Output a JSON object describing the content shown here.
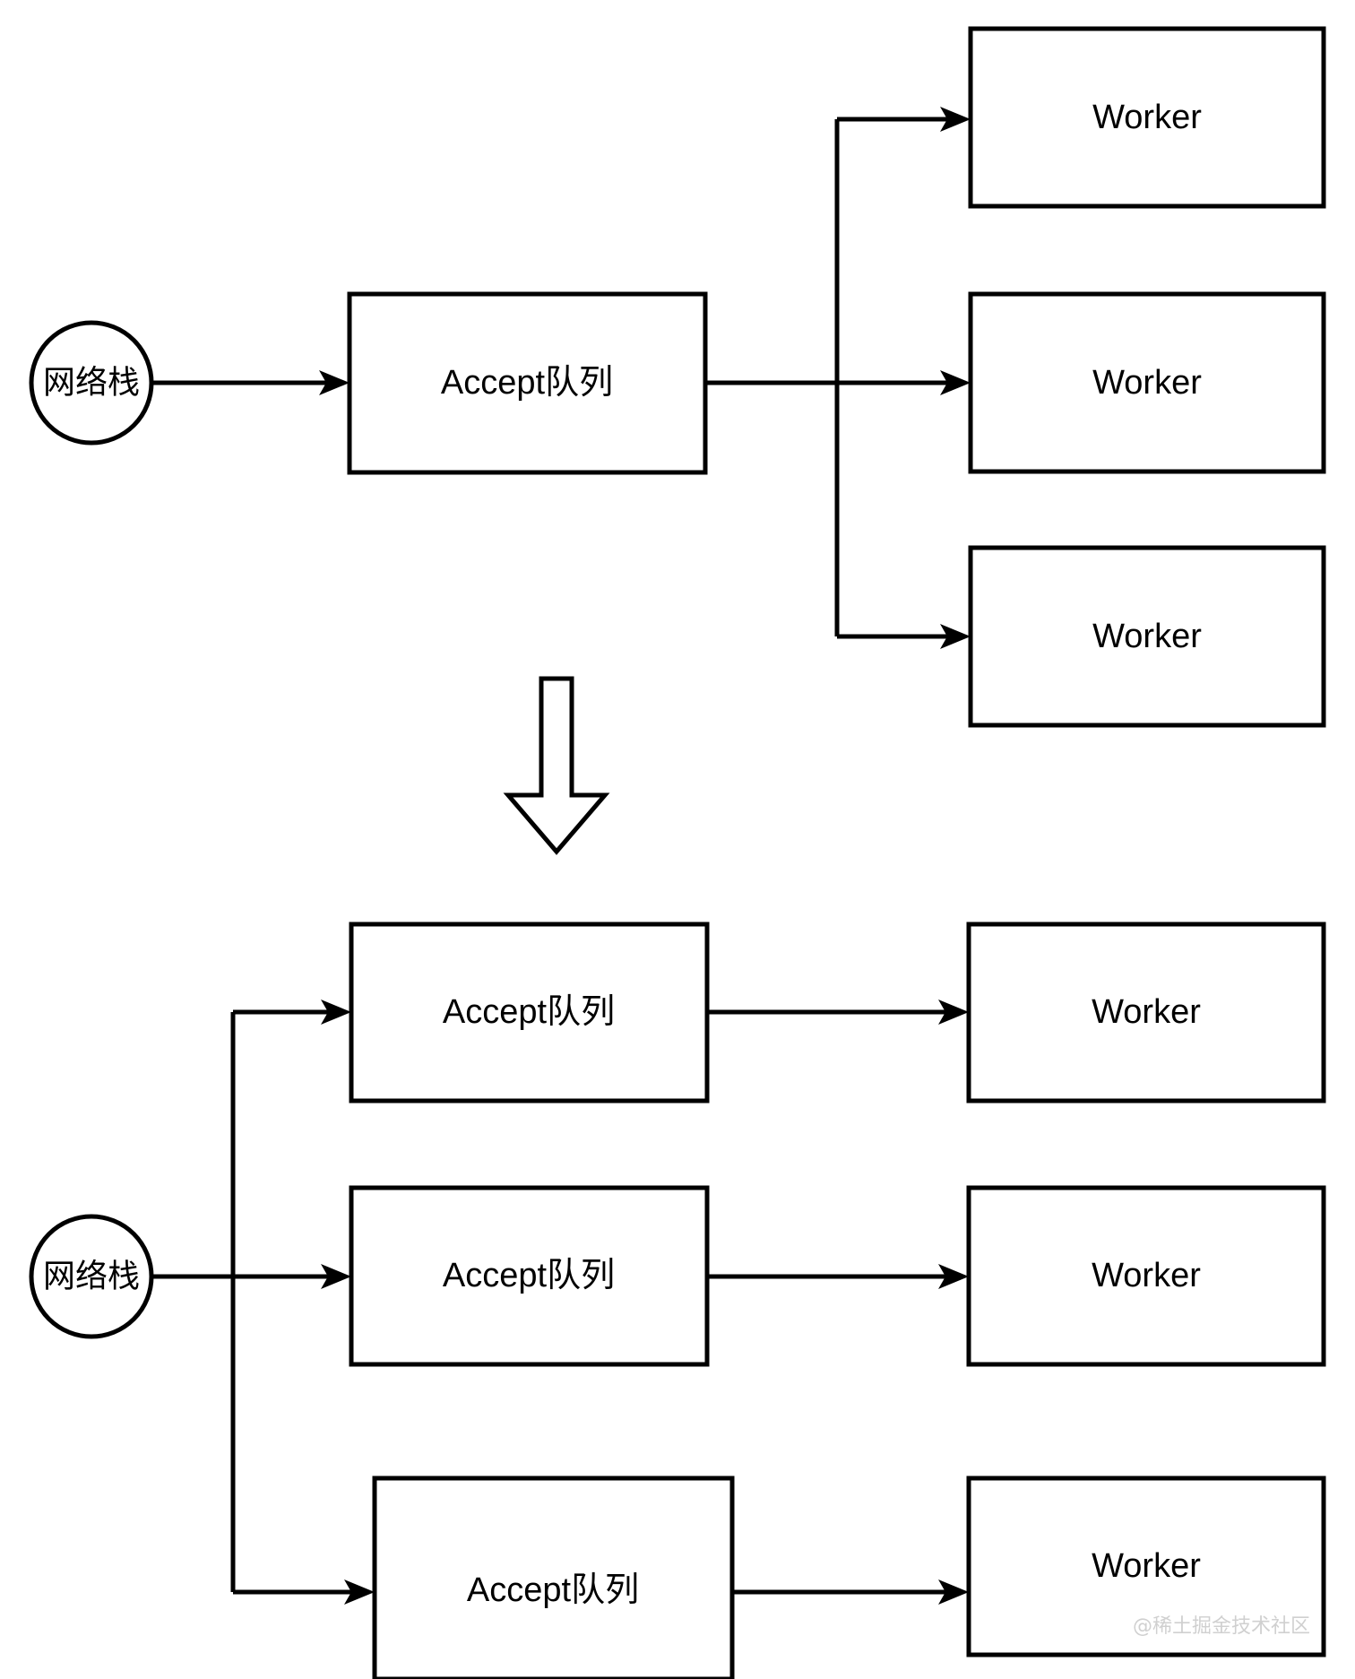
{
  "diagram": {
    "type": "flow-diagram",
    "background_color": "#ffffff",
    "stroke_color": "#000000",
    "title": "",
    "sections": [
      {
        "id": "top-section",
        "name": "single-accept-queue-model",
        "source": {
          "id": "net-stack-top",
          "shape": "circle",
          "label": "网络栈"
        },
        "queues": [
          {
            "id": "accept-queue-top",
            "shape": "rect",
            "label": "Accept队列"
          }
        ],
        "workers": [
          {
            "id": "worker-top-1",
            "shape": "rect",
            "label": "Worker"
          },
          {
            "id": "worker-top-2",
            "shape": "rect",
            "label": "Worker"
          },
          {
            "id": "worker-top-3",
            "shape": "rect",
            "label": "Worker"
          }
        ]
      },
      {
        "id": "transition",
        "name": "down-block-arrow",
        "glyph": "block-arrow-down"
      },
      {
        "id": "bottom-section",
        "name": "per-worker-accept-queue-model",
        "source": {
          "id": "net-stack-bottom",
          "shape": "circle",
          "label": "网络栈"
        },
        "queues": [
          {
            "id": "accept-queue-bottom-1",
            "shape": "rect",
            "label": "Accept队列"
          },
          {
            "id": "accept-queue-bottom-2",
            "shape": "rect",
            "label": "Accept队列"
          },
          {
            "id": "accept-queue-bottom-3",
            "shape": "rect",
            "label": "Accept队列"
          }
        ],
        "workers": [
          {
            "id": "worker-bottom-1",
            "shape": "rect",
            "label": "Worker"
          },
          {
            "id": "worker-bottom-2",
            "shape": "rect",
            "label": "Worker"
          },
          {
            "id": "worker-bottom-3",
            "shape": "rect",
            "label": "Worker"
          }
        ]
      }
    ],
    "watermark": {
      "text": "@稀土掘金技术社区",
      "color": "#d0d0d0"
    }
  }
}
